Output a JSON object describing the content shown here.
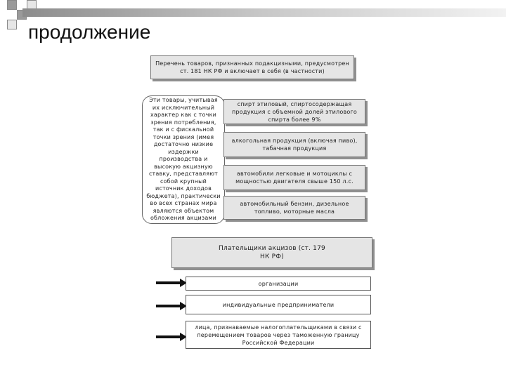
{
  "slide": {
    "title": "продолжение"
  },
  "diagram": {
    "top_box": "Перечень товаров, признанных подакцизными, предусмотрен ст. 181 НК РФ и включает в себя (в частности)",
    "side_box": "Эти товары, учитывая их исключительный характер как с точки зрения потребления, так и с фискальной точки зрения (имея достаточно низкие издержки производства и высокую акцизную ставку, представляют собой крупный источник доходов бюджета), практически во всех странах мира являются объектом обложения акцизами",
    "goods": [
      "спирт этиловый, спиртосодержащая продукция с объемной долей этилового спирта более 9%",
      "алкогольная продукция (включая пиво), табачная продукция",
      "автомобили легковые и мотоциклы с мощностью двигателя свыше 150 л.с.",
      "автомобильный бензин, дизельное топливо, моторные масла"
    ],
    "payers_box": "Плательщики акцизов (ст. 179 НК РФ)",
    "payers": [
      "организации",
      "индивидуальные предприниматели",
      "лица, признаваемые налогоплательщиками в связи с перемещением товаров через таможенную границу Российской Федерации"
    ]
  }
}
